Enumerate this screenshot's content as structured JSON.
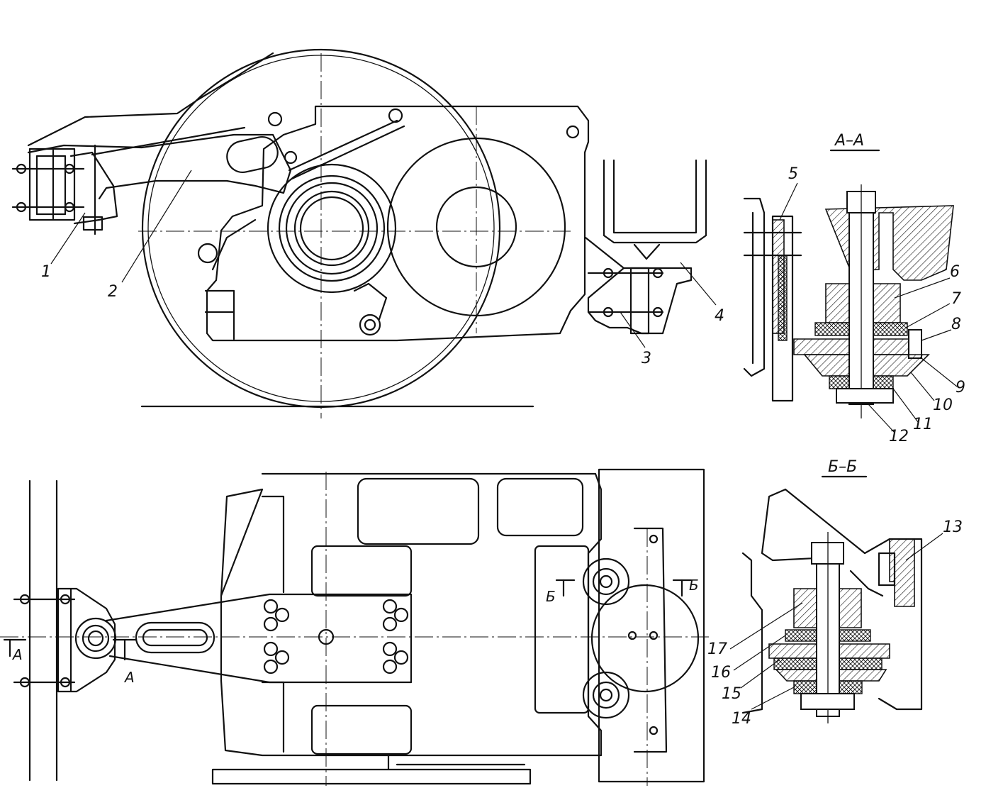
{
  "section_labels": {
    "aa": "А–А",
    "bb": "Б–Б"
  },
  "cut_marks": {
    "a_left": "А",
    "a_right": "А",
    "b_left": "Б",
    "b_right": "Б"
  },
  "callouts": [
    "1",
    "2",
    "3",
    "4",
    "5",
    "6",
    "7",
    "8",
    "9",
    "10",
    "11",
    "12",
    "13",
    "14",
    "15",
    "16",
    "17"
  ]
}
